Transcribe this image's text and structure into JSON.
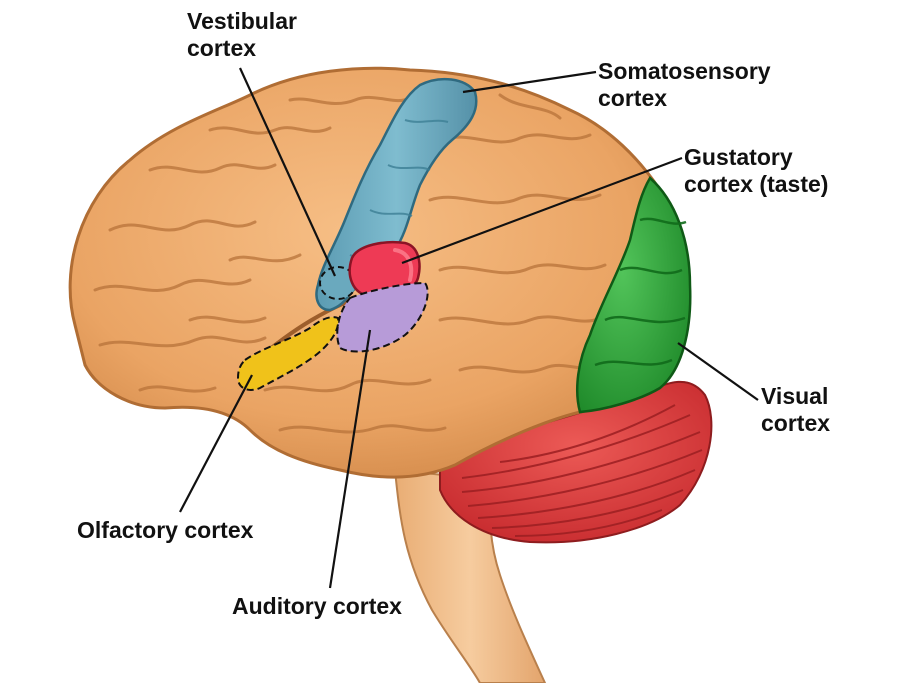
{
  "labels": {
    "vestibular": [
      "Vestibular",
      "cortex"
    ],
    "somatosensory": [
      "Somatosensory",
      "cortex"
    ],
    "gustatory": [
      "Gustatory",
      "cortex (taste)"
    ],
    "visual": [
      "Visual",
      "cortex"
    ],
    "olfactory": [
      "Olfactory cortex"
    ],
    "auditory": [
      "Auditory cortex"
    ]
  },
  "colors": {
    "cerebrum": "#eea86a",
    "cerebrum_shadow": "#c97a3f",
    "somatosensory": "#6aa9be",
    "gustatory": "#ee3a55",
    "visual": "#2fa53a",
    "olfactory": "#f0c21a",
    "auditory": "#b79bd8",
    "cerebellum": "#d9393a",
    "brainstem": "#f2c08f"
  }
}
